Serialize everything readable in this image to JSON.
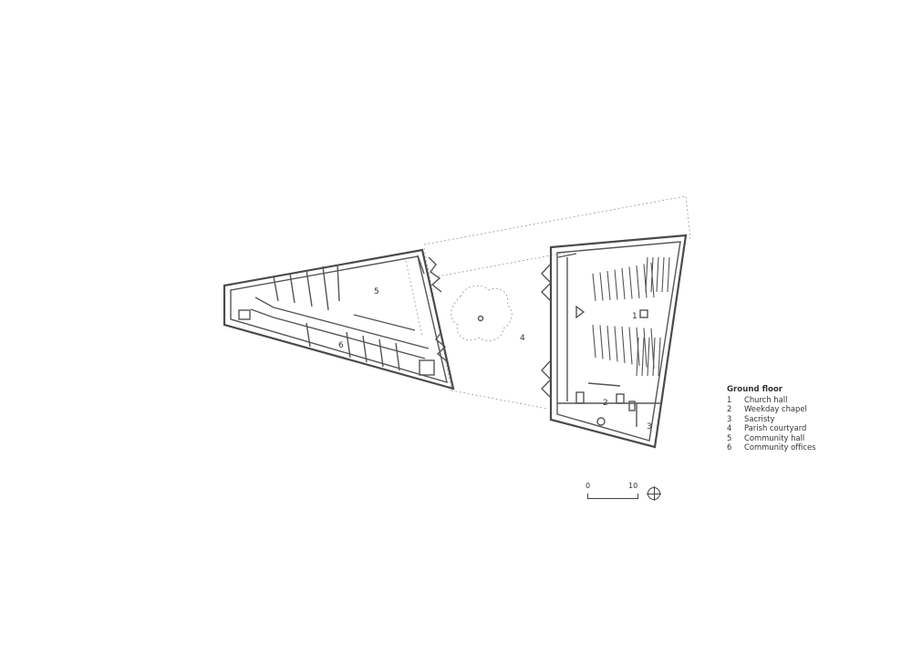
{
  "legend": {
    "title": "Ground floor",
    "items": [
      {
        "num": "1",
        "label": "Church hall"
      },
      {
        "num": "2",
        "label": "Weekday chapel"
      },
      {
        "num": "3",
        "label": "Sacristy"
      },
      {
        "num": "4",
        "label": "Parish courtyard"
      },
      {
        "num": "5",
        "label": "Community hall"
      },
      {
        "num": "6",
        "label": "Community offices"
      }
    ]
  },
  "rooms": {
    "r1": "1",
    "r2": "2",
    "r3": "3",
    "r4": "4",
    "r5": "5",
    "r6": "6"
  },
  "scale": {
    "start": "0",
    "end": "10"
  }
}
